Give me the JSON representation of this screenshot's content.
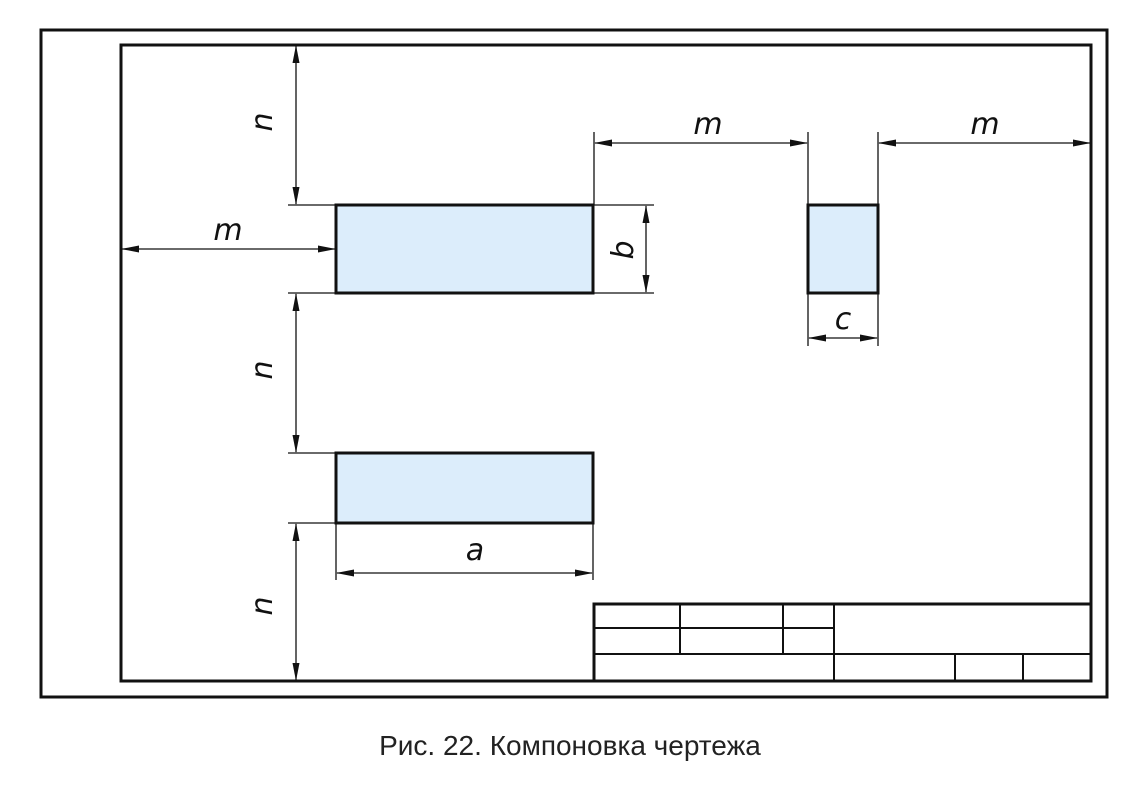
{
  "colors": {
    "line": "#111111",
    "fill": "#dcedfb"
  },
  "labels": {
    "m": "m",
    "n": "n",
    "a": "a",
    "b": "b",
    "c": "c"
  },
  "caption": "Рис. 22. Компоновка чертежа"
}
